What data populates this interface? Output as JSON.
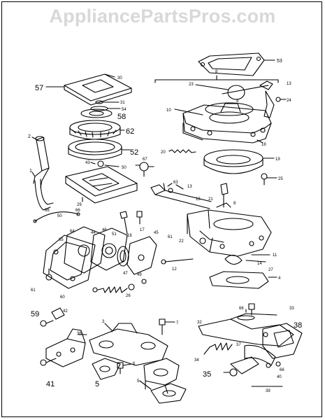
{
  "watermark": "AppliancePartsPros.com",
  "callouts": [
    {
      "id": "c1",
      "label": "1"
    },
    {
      "id": "c2",
      "label": "2"
    },
    {
      "id": "c3",
      "label": "3"
    },
    {
      "id": "c4",
      "label": "4"
    },
    {
      "id": "c5a",
      "label": "5"
    },
    {
      "id": "c5b",
      "label": "5"
    },
    {
      "id": "c6",
      "label": "6"
    },
    {
      "id": "c7",
      "label": "7"
    },
    {
      "id": "c8a",
      "label": "8"
    },
    {
      "id": "c8b",
      "label": "8"
    },
    {
      "id": "c8c",
      "label": "8"
    },
    {
      "id": "c10",
      "label": "10"
    },
    {
      "id": "c11",
      "label": "11"
    },
    {
      "id": "c12",
      "label": "12"
    },
    {
      "id": "c13a",
      "label": "13"
    },
    {
      "id": "c13b",
      "label": "13"
    },
    {
      "id": "c14",
      "label": "14"
    },
    {
      "id": "c15",
      "label": "15"
    },
    {
      "id": "c16",
      "label": "16"
    },
    {
      "id": "c17",
      "label": "17"
    },
    {
      "id": "c18",
      "label": "18"
    },
    {
      "id": "c19a",
      "label": "19"
    },
    {
      "id": "c19b",
      "label": "19"
    },
    {
      "id": "c20",
      "label": "20"
    },
    {
      "id": "c21",
      "label": "21"
    },
    {
      "id": "c22",
      "label": "22"
    },
    {
      "id": "c23",
      "label": "23"
    },
    {
      "id": "c24",
      "label": "24"
    },
    {
      "id": "c25",
      "label": "25"
    },
    {
      "id": "c26",
      "label": "26"
    },
    {
      "id": "c27",
      "label": "27"
    },
    {
      "id": "c29",
      "label": "29"
    },
    {
      "id": "c30",
      "label": "30"
    },
    {
      "id": "c31",
      "label": "31"
    },
    {
      "id": "c32",
      "label": "32"
    },
    {
      "id": "c33",
      "label": "33"
    },
    {
      "id": "c34a",
      "label": "34"
    },
    {
      "id": "c34b",
      "label": "34"
    },
    {
      "id": "c35",
      "label": "35"
    },
    {
      "id": "c36",
      "label": "36"
    },
    {
      "id": "c37",
      "label": "37"
    },
    {
      "id": "c38",
      "label": "38"
    },
    {
      "id": "c39",
      "label": "39"
    },
    {
      "id": "c40",
      "label": "40"
    },
    {
      "id": "c41",
      "label": "41"
    },
    {
      "id": "c42",
      "label": "42"
    },
    {
      "id": "c43",
      "label": "43"
    },
    {
      "id": "c44",
      "label": "44"
    },
    {
      "id": "c45",
      "label": "45"
    },
    {
      "id": "c46",
      "label": "46"
    },
    {
      "id": "c47",
      "label": "47"
    },
    {
      "id": "c48",
      "label": "48"
    },
    {
      "id": "c49",
      "label": "49"
    },
    {
      "id": "c50a",
      "label": "50"
    },
    {
      "id": "c50b",
      "label": "50"
    },
    {
      "id": "c50c",
      "label": "50"
    },
    {
      "id": "c51",
      "label": "51"
    },
    {
      "id": "c52",
      "label": "52"
    },
    {
      "id": "c53",
      "label": "53"
    },
    {
      "id": "c54",
      "label": "54"
    },
    {
      "id": "c57",
      "label": "57"
    },
    {
      "id": "c58",
      "label": "58"
    },
    {
      "id": "c59",
      "label": "59"
    },
    {
      "id": "c60",
      "label": "60"
    },
    {
      "id": "c61a",
      "label": "61"
    },
    {
      "id": "c61b",
      "label": "61"
    },
    {
      "id": "c62",
      "label": "62"
    },
    {
      "id": "c63",
      "label": "63"
    },
    {
      "id": "c64",
      "label": "64"
    },
    {
      "id": "c65",
      "label": "65"
    },
    {
      "id": "c66a",
      "label": "66"
    },
    {
      "id": "c66b",
      "label": "66"
    },
    {
      "id": "c66c",
      "label": "66"
    },
    {
      "id": "c66d",
      "label": "66"
    },
    {
      "id": "c67",
      "label": "67"
    }
  ]
}
